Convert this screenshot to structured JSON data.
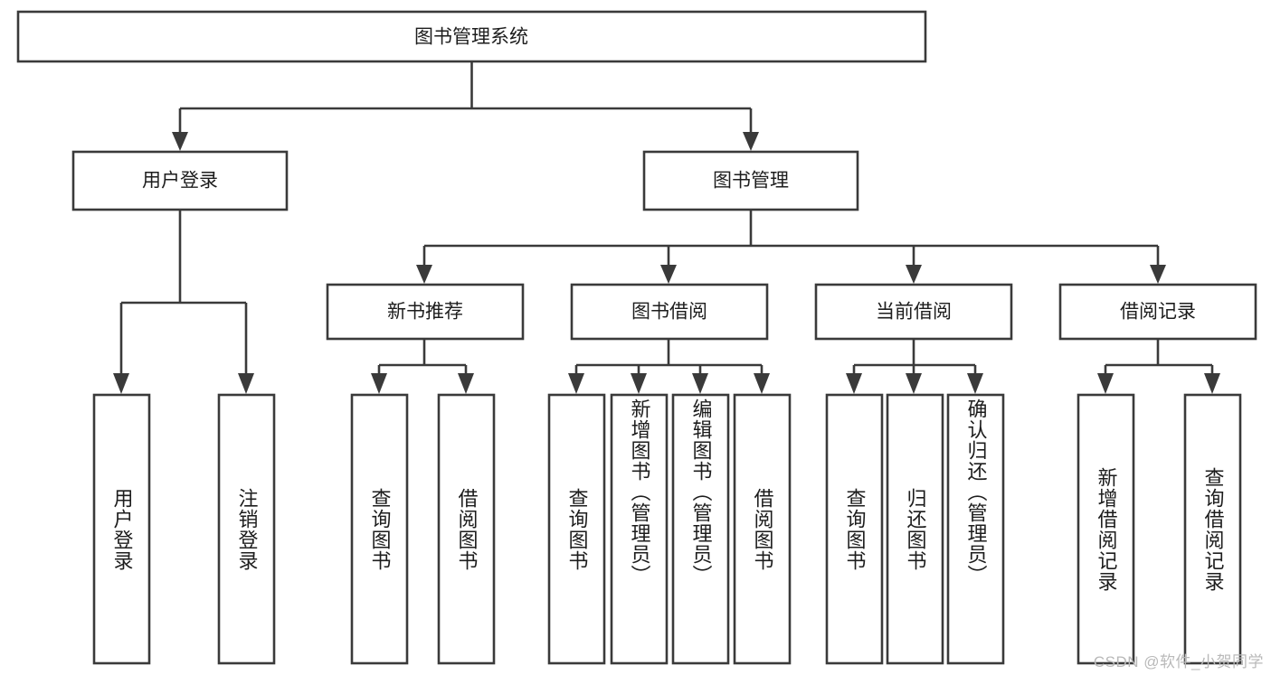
{
  "diagram": {
    "type": "tree-hierarchy",
    "title": "图书管理系统",
    "orientation": "top-down",
    "colors": {
      "box_stroke": "#3a3a3a",
      "box_fill": "#ffffff",
      "text": "#1d1d1d",
      "background": "#ffffff",
      "watermark": "#b9b9b9"
    },
    "nodes": {
      "root": {
        "label": "图书管理系统"
      },
      "level2": [
        {
          "id": "user-login",
          "label": "用户登录"
        },
        {
          "id": "book-management",
          "label": "图书管理"
        }
      ],
      "level3": [
        {
          "id": "new-book-recommend",
          "label": "新书推荐"
        },
        {
          "id": "book-borrow",
          "label": "图书借阅"
        },
        {
          "id": "current-borrow",
          "label": "当前借阅"
        },
        {
          "id": "borrow-record",
          "label": "借阅记录"
        }
      ],
      "leaves": {
        "user-login": [
          {
            "id": "leaf-user-login",
            "label": "用户登录"
          },
          {
            "id": "leaf-user-logout",
            "label": "注销登录"
          }
        ],
        "new-book-recommend": [
          {
            "id": "leaf-query-book-1",
            "label": "查询图书"
          },
          {
            "id": "leaf-borrow-book-1",
            "label": "借阅图书"
          }
        ],
        "book-borrow": [
          {
            "id": "leaf-query-book-2",
            "label": "查询图书"
          },
          {
            "id": "leaf-add-book",
            "label": "新增图书（管理员）"
          },
          {
            "id": "leaf-edit-book",
            "label": "编辑图书（管理员）"
          },
          {
            "id": "leaf-borrow-book-2",
            "label": "借阅图书"
          }
        ],
        "current-borrow": [
          {
            "id": "leaf-query-book-3",
            "label": "查询图书"
          },
          {
            "id": "leaf-return-book",
            "label": "归还图书"
          },
          {
            "id": "leaf-confirm-return",
            "label": "确认归还（管理员）"
          }
        ],
        "borrow-record": [
          {
            "id": "leaf-add-record",
            "label": "新增借阅记录"
          },
          {
            "id": "leaf-query-record",
            "label": "查询借阅记录"
          }
        ]
      }
    },
    "watermark": "CSDN @软件_小贺同学"
  }
}
